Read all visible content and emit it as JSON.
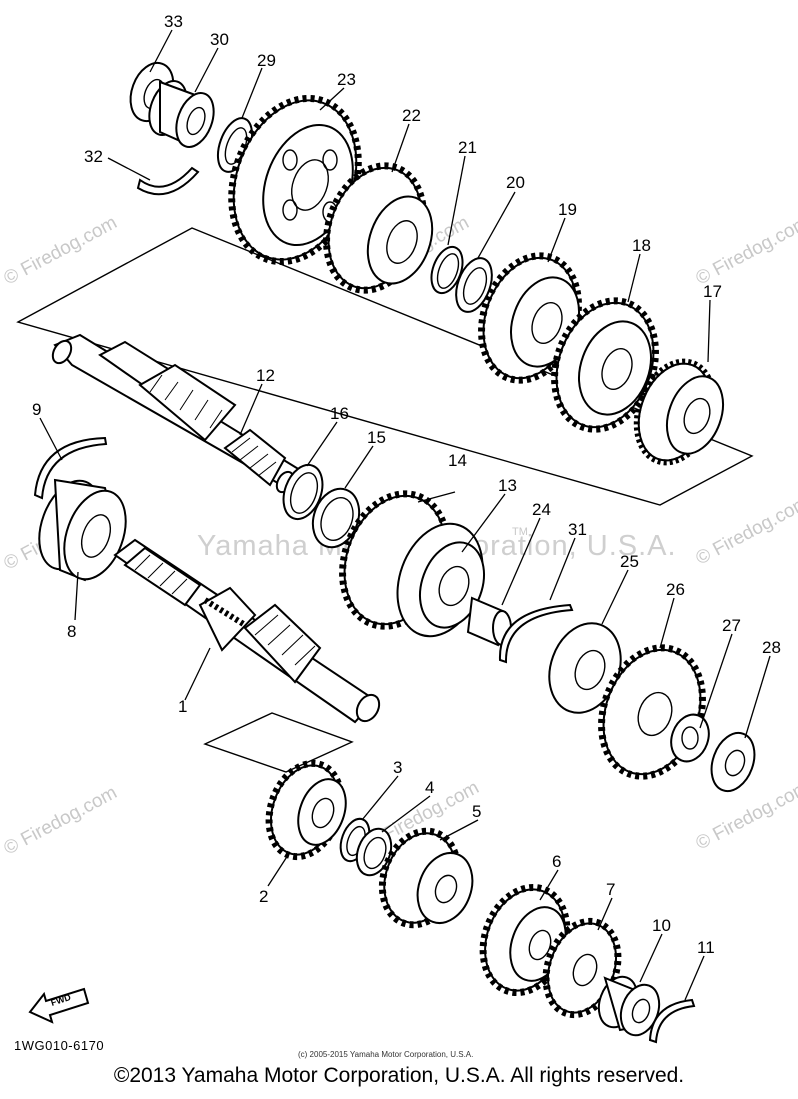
{
  "diagram_code": "1WG010-6170",
  "fwd_label": "FWD",
  "small_copyright": "(c) 2005-2015 Yamaha Motor Corporation, U.S.A.",
  "footer_copyright": "©2013 Yamaha Motor Corporation, U.S.A. All rights reserved.",
  "watermark_main": "Yamaha Motor Corporation, U.S.A.",
  "watermark_firedog": "© Firedog.com",
  "watermark_tm": "TM",
  "callouts": {
    "p1": "1",
    "p2": "2",
    "p3": "3",
    "p4": "4",
    "p5": "5",
    "p6": "6",
    "p7": "7",
    "p8": "8",
    "p9": "9",
    "p10": "10",
    "p11": "11",
    "p12": "12",
    "p13": "13",
    "p14": "14",
    "p15": "15",
    "p16": "16",
    "p17": "17",
    "p18": "18",
    "p19": "19",
    "p20": "20",
    "p21": "21",
    "p22": "22",
    "p23": "23",
    "p24": "24",
    "p25": "25",
    "p26": "26",
    "p27": "27",
    "p28": "28",
    "p29": "29",
    "p30": "30",
    "p31": "31",
    "p32": "32",
    "p33": "33"
  },
  "colors": {
    "line": "#000000",
    "watermark": "#c8c8c8",
    "background": "#ffffff"
  }
}
